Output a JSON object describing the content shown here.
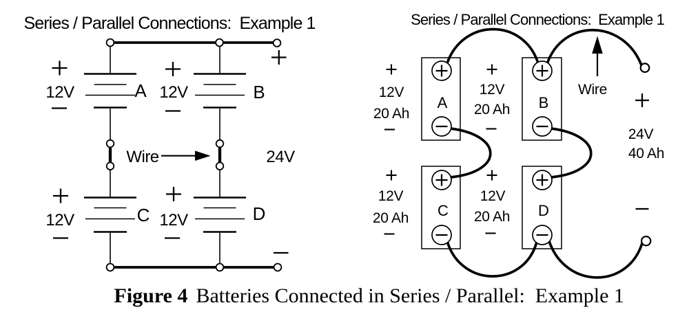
{
  "colors": {
    "ink": "#000000",
    "paper": "#ffffff"
  },
  "left_diagram": {
    "title": "Series / Parallel Connections:  Example 1",
    "wire_label": "Wire",
    "output": {
      "positive": "+",
      "negative": "−",
      "voltage": "24V"
    },
    "batteries": [
      {
        "name": "A",
        "voltage": "12V",
        "positive": "+",
        "negative": "−"
      },
      {
        "name": "B",
        "voltage": "12V",
        "positive": "+",
        "negative": "−"
      },
      {
        "name": "C",
        "voltage": "12V",
        "positive": "+",
        "negative": "−"
      },
      {
        "name": "D",
        "voltage": "12V",
        "positive": "+",
        "negative": "−"
      }
    ]
  },
  "right_diagram": {
    "title": "Series / Parallel Connections:  Example 1",
    "wire_label": "Wire",
    "output": {
      "positive": "+",
      "negative": "−",
      "voltage": "24V",
      "capacity": "40 Ah"
    },
    "batteries": [
      {
        "name": "A",
        "voltage": "12V",
        "capacity": "20 Ah",
        "positive": "+",
        "negative": "−"
      },
      {
        "name": "B",
        "voltage": "12V",
        "capacity": "20 Ah",
        "positive": "+",
        "negative": "−"
      },
      {
        "name": "C",
        "voltage": "12V",
        "capacity": "20 Ah",
        "positive": "+",
        "negative": "−"
      },
      {
        "name": "D",
        "voltage": "12V",
        "capacity": "20 Ah",
        "positive": "+",
        "negative": "−"
      }
    ]
  },
  "caption": {
    "label": "Figure 4",
    "text": "Batteries Connected in Series / Parallel:  Example 1"
  }
}
